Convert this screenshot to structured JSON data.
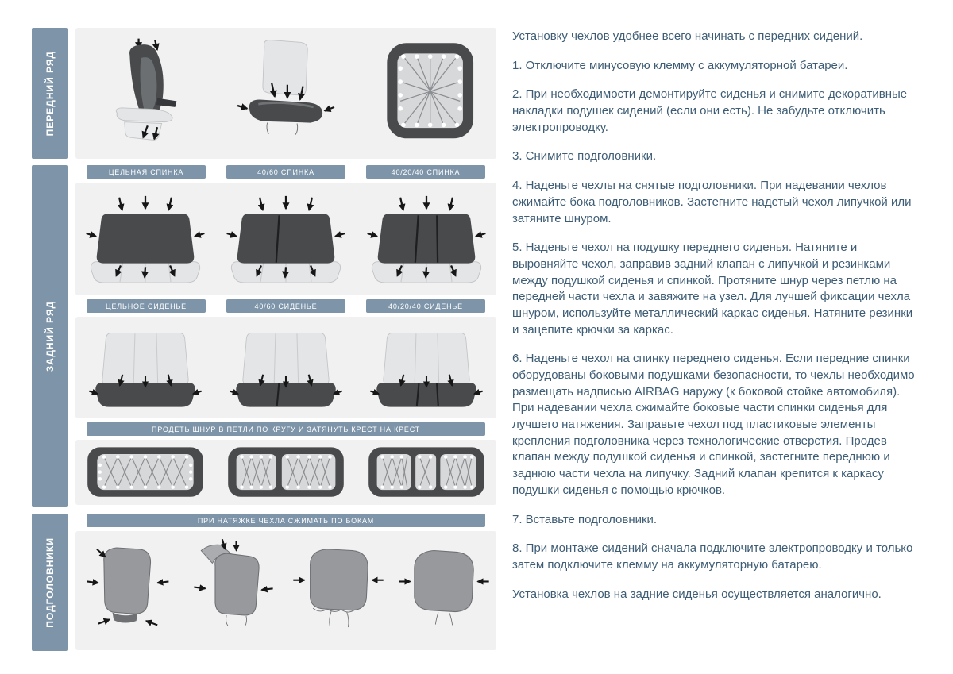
{
  "colors": {
    "accent": "#7E95A9",
    "panel_gray": "#F1F1F2",
    "seat_dark": "#484A4C",
    "seat_light": "#E4E5E7",
    "text": "#3E5D75"
  },
  "sections": {
    "front_row": {
      "label": "ПЕРЕДНИЙ РЯД"
    },
    "rear_row": {
      "label": "ЗАДНИЙ РЯД",
      "back_type_banners": [
        "ЦЕЛЬНАЯ СПИНКА",
        "40/60 СПИНКА",
        "40/20/40 СПИНКА"
      ],
      "seat_type_banners": [
        "ЦЕЛЬНОЕ СИДЕНЬЕ",
        "40/60 СИДЕНЬЕ",
        "40/20/40 СИДЕНЬЕ"
      ],
      "lace_banner": "ПРОДЕТЬ ШНУР В ПЕТЛИ ПО КРУГУ И ЗАТЯНУТЬ КРЕСТ НА КРЕСТ"
    },
    "headrests": {
      "label": "ПОДГОЛОВНИКИ",
      "banner": "ПРИ НАТЯЖКЕ ЧЕХЛА СЖИМАТЬ ПО БОКАМ"
    }
  },
  "instructions": {
    "intro": "Установку чехлов удобнее всего начинать с передних сидений.",
    "steps": [
      "1. Отключите минусовую клемму с аккумуляторной батареи.",
      "2. При необходимости демонтируйте сиденья и снимите декоративные накладки подушек сидений (если они есть). Не забудьте отключить электропроводку.",
      "3. Снимите подголовники.",
      "4. Наденьте чехлы на снятые подголовники. При надевании чехлов сжимайте бока подголовников. Застегните надетый чехол липучкой или затяните шнуром.",
      "5. Наденьте чехол на подушку переднего сиденья. Натяните и выровняйте чехол, заправив задний клапан с липучкой и резинками между подушкой сиденья и спинкой. Протяните шнур через петлю на передней части чехла и завяжите на узел. Для лучшей фиксации чехла шнуром, используйте металлический каркас сиденья. Натяните резинки и зацепите крючки за каркас.",
      "6. Наденьте чехол на спинку переднего сиденья. Если передние спинки оборудованы боковыми подушками безопасности, то чехлы необходимо размещать надписью AIRBAG наружу (к боковой стойке автомобиля). При надевании чехла сжимайте боковые части спинки сиденья для лучшего натяжения. Заправьте чехол под пластиковые элементы крепления подголовника через технологические отверстия. Продев клапан между подушкой сиденья и спинкой, застегните переднюю и заднюю части чехла на липучку. Задний клапан крепится к каркасу подушки сиденья с помощью крючков.",
      "7. Вставьте подголовники.",
      "8. При монтаже сидений сначала подключите электропроводку и только затем подключите клемму на аккумуляторную батарею.",
      ""
    ],
    "outro": "Установка чехлов на задние сиденья осуществляется аналогично."
  }
}
